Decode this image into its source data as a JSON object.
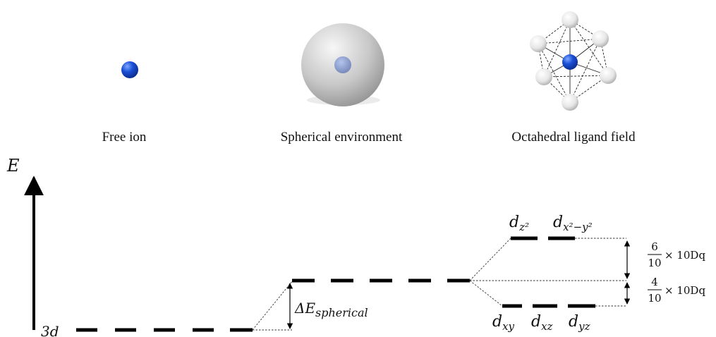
{
  "captions": {
    "free_ion": "Free ion",
    "spherical": "Spherical environment",
    "octahedral": "Octahedral ligand field"
  },
  "axis": {
    "energy_label": "E"
  },
  "levels": {
    "free": "3d",
    "delta_prefix": "ΔE",
    "delta_sub": "spherical",
    "eg": [
      {
        "base": "d",
        "sub": "z²"
      },
      {
        "base": "d",
        "sub": "x²−y²"
      }
    ],
    "t2g": [
      {
        "base": "d",
        "sub": "xy"
      },
      {
        "base": "d",
        "sub": "xz"
      },
      {
        "base": "d",
        "sub": "yz"
      }
    ]
  },
  "splitting": {
    "upper": {
      "num": "6",
      "den": "10",
      "tail": "× 10Dq"
    },
    "lower": {
      "num": "4",
      "den": "10",
      "tail": "× 10Dq"
    }
  },
  "colors": {
    "ion": "#1a4fd6",
    "sphere": "#c8c8c8",
    "ligand": "#e8e8e8"
  }
}
